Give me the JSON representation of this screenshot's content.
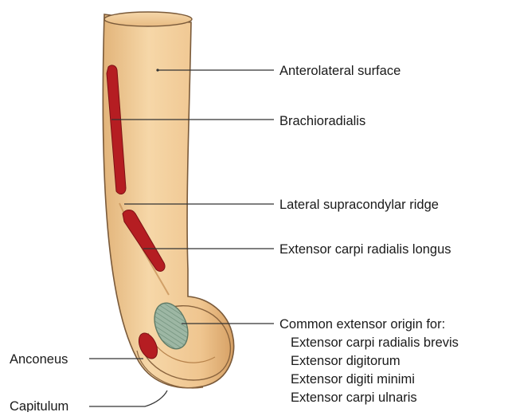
{
  "figure": {
    "labels": {
      "anterolateral_surface": "Anterolateral surface",
      "brachioradialis": "Brachioradialis",
      "lateral_supracondylar_ridge": "Lateral supracondylar ridge",
      "extensor_carpi_radialis_longus": "Extensor carpi radialis longus",
      "common_extensor_origin": {
        "heading": "Common extensor origin for:",
        "muscles": [
          "Extensor carpi radialis brevis",
          "Extensor digitorum",
          "Extensor digiti minimi",
          "Extensor carpi ulnaris"
        ]
      },
      "anconeus": "Anconeus",
      "capitulum": "Capitulum"
    }
  },
  "colors": {
    "bone_fill": "#f1cb98",
    "bone_shadow": "#d9a56a",
    "bone_outline": "#7a5a3a",
    "muscle_attachment": "#b51d22",
    "common_origin_fill": "#9db7a4",
    "common_origin_stripe": "#6f8f7a"
  }
}
